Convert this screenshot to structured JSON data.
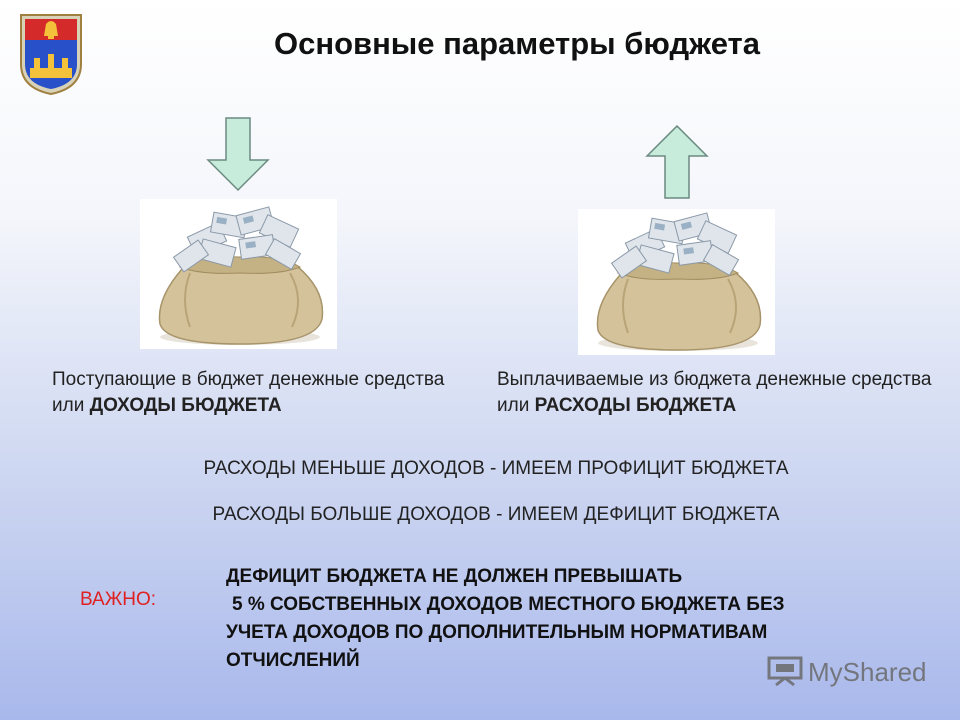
{
  "slide": {
    "title": "Основные параметры бюджета",
    "income": {
      "text_plain": "Поступающие в бюджет денежные средства или ",
      "text_bold": "ДОХОДЫ БЮДЖЕТА"
    },
    "expense": {
      "text_plain": "Выплачиваемые из бюджета денежные средства или ",
      "text_bold": "РАСХОДЫ БЮДЖЕТА"
    },
    "rule_surplus": "РАСХОДЫ МЕНЬШЕ ДОХОДОВ - ИМЕЕМ ПРОФИЦИТ БЮДЖЕТА",
    "rule_deficit": "РАСХОДЫ БОЛЬШЕ ДОХОДОВ - ИМЕЕМ ДЕФИЦИТ БЮДЖЕТА",
    "important_label": "ВАЖНО:",
    "important_lines": [
      "ДЕФИЦИТ БЮДЖЕТА НЕ ДОЛЖЕН ПРЕВЫШАТЬ",
      "5 % СОБСТВЕННЫХ ДОХОДОВ МЕСТНОГО БЮДЖЕТА БЕЗ",
      "УЧЕТА ДОХОДОВ ПО ДОПОЛНИТЕЛЬНЫМ НОРМАТИВАМ",
      "ОТЧИСЛЕНИЙ"
    ],
    "watermark": "MyShared"
  },
  "icons": {
    "coat": "coat-of-arms-icon",
    "down": "arrow-down-icon",
    "up": "arrow-up-icon",
    "bag": "money-bag-icon",
    "watermark": "presentation-icon"
  },
  "colors": {
    "arrow_fill": "#c7ecdc",
    "important_label": "#e02020",
    "bag": "#d4c39a"
  }
}
